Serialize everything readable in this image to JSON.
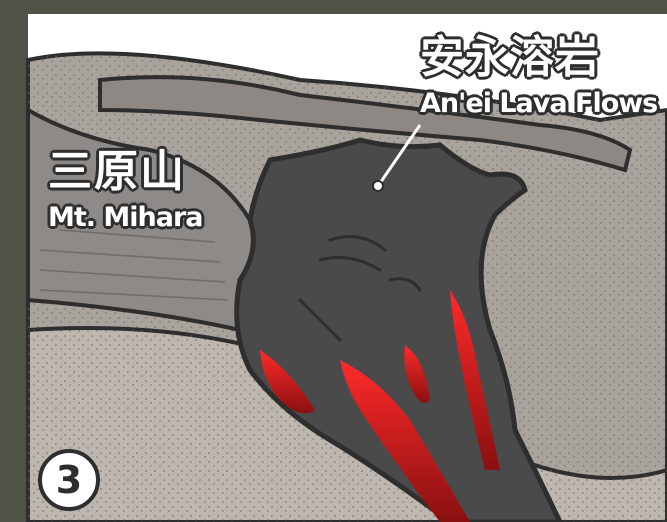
{
  "labels": {
    "anei_jp": "安永溶岩",
    "anei_en": "An'ei Lava Flows",
    "mihara_jp": "三原山",
    "mihara_en": "Mt. Mihara"
  },
  "step_badge": "3",
  "colors": {
    "frame": "#4f5247",
    "sky": "#ffffff",
    "ground": "#a9a39d",
    "lava_dark": "#4a4a4a",
    "lava_glow": "#e01b1b",
    "outline": "#2e2e2e"
  }
}
